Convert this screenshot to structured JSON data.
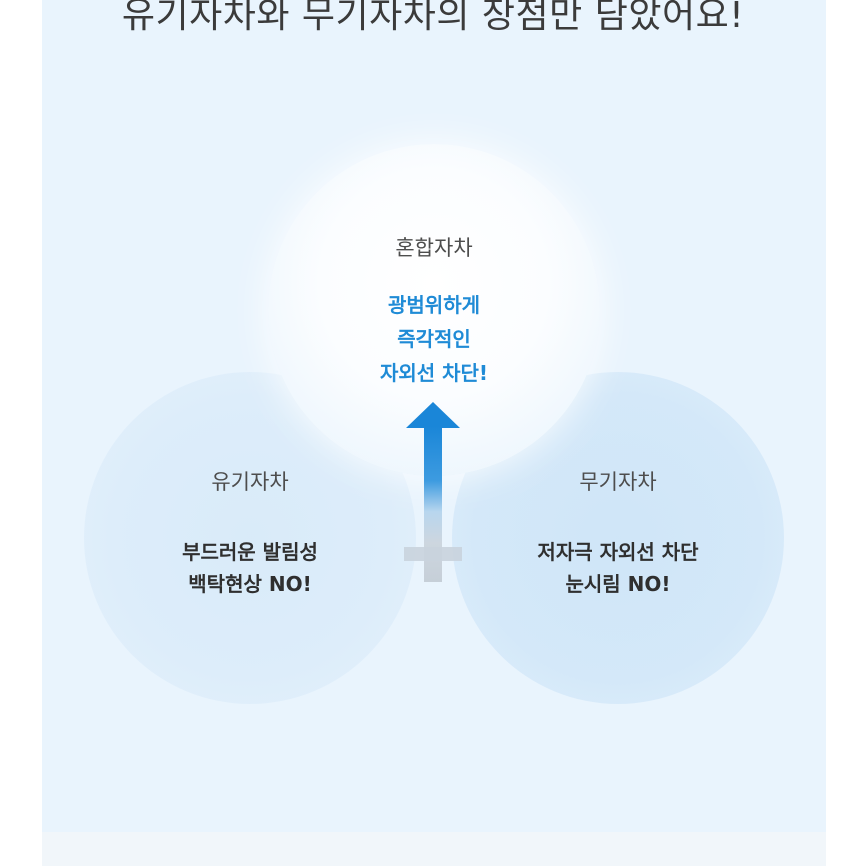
{
  "headline": "유기자차와 무기자차의 장점만 담았어요!",
  "mixed": {
    "title": "혼합자차",
    "lines": [
      "광범위하게",
      "즉각적인",
      "자외선 차단!"
    ]
  },
  "organic": {
    "title": "유기자차",
    "lines": [
      "부드러운 발림성",
      "백탁현상 NO!"
    ]
  },
  "inorganic": {
    "title": "무기자차",
    "lines": [
      "저자극 자외선 차단",
      "눈시림 NO!"
    ]
  },
  "colors": {
    "panel_background": "#e9f4fd",
    "accent_blue": "#1f8bd6",
    "arrow_gray": "#c9d3dd"
  },
  "icons": {
    "arrow": "up-arrow-icon",
    "cross": "cross-joint-icon"
  }
}
